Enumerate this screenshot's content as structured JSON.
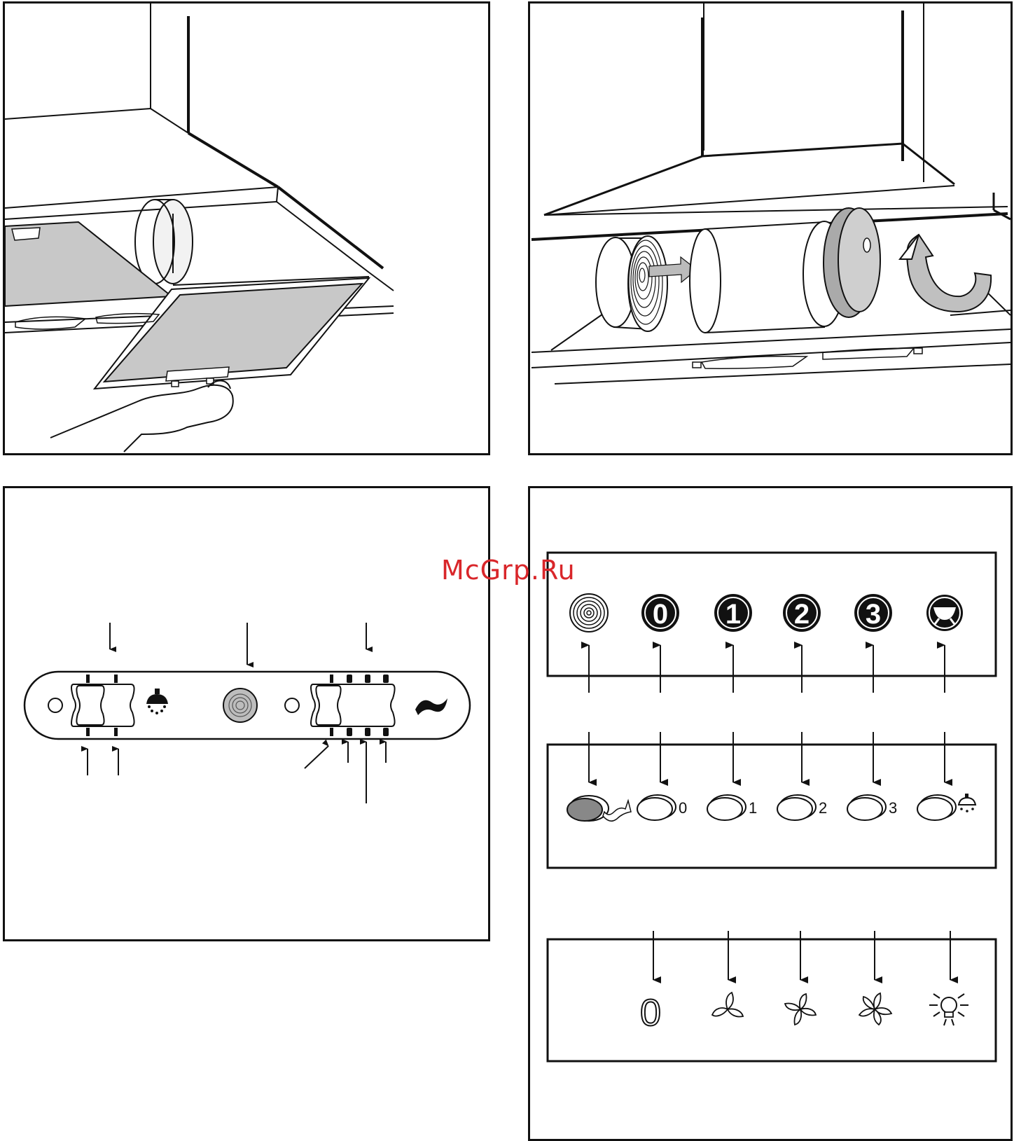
{
  "watermark": {
    "text": "McGrp.Ru",
    "color": "#d9262a"
  },
  "panels": {
    "filter_removal": {
      "icons": [
        "hand-icon",
        "grease-filter-icon"
      ]
    },
    "charcoal_filter": {
      "icons": [
        "charcoal-filter-icon",
        "motor-icon",
        "rotate-arrow-icon"
      ]
    },
    "slider_controls": {
      "icons": [
        "light-icon",
        "fan-icon",
        "filter-indicator-icon"
      ]
    },
    "control_options": {
      "panel_a_buttons": [
        {
          "label": "",
          "icon": "filter-indicator-icon"
        },
        {
          "label": "0",
          "icon": "digit-button-icon"
        },
        {
          "label": "1",
          "icon": "digit-button-icon"
        },
        {
          "label": "2",
          "icon": "digit-button-icon"
        },
        {
          "label": "3",
          "icon": "digit-button-icon"
        },
        {
          "label": "",
          "icon": "light-icon"
        }
      ],
      "panel_b_buttons": [
        {
          "label": "",
          "icon": "filter-button-icon"
        },
        {
          "label": "0",
          "icon": "oval-button-icon"
        },
        {
          "label": "1",
          "icon": "oval-button-icon"
        },
        {
          "label": "2",
          "icon": "oval-button-icon"
        },
        {
          "label": "3",
          "icon": "oval-button-icon"
        },
        {
          "label": "",
          "icon": "light-icon"
        }
      ],
      "panel_c_symbols": [
        {
          "label": "0",
          "icon": "off-symbol-icon"
        },
        {
          "label": "",
          "icon": "fan-speed-1-icon"
        },
        {
          "label": "",
          "icon": "fan-speed-2-icon"
        },
        {
          "label": "",
          "icon": "fan-speed-3-icon"
        },
        {
          "label": "",
          "icon": "lamp-icon"
        }
      ]
    }
  }
}
